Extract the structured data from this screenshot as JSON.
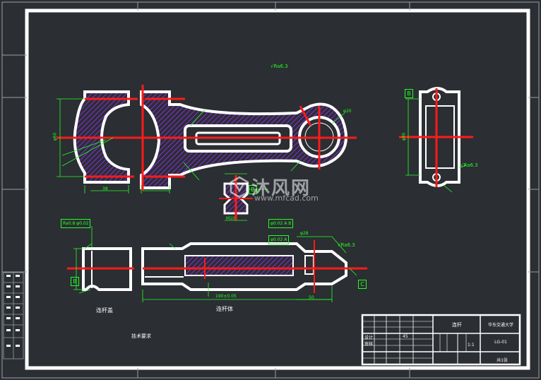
{
  "colors": {
    "background": "#2b2e33",
    "frame": "#ffffff",
    "part_outline": "#ffffff",
    "centerline": "#ff1a1a",
    "dimension": "#22ff22",
    "hatch": "#8a2be2",
    "note_box": "#22ff22",
    "axis_tag": "#22ff22"
  },
  "labels": {
    "section_cap": "连杆盖",
    "section_body": "连杆体",
    "tech_note": "技术要求",
    "roughness_top": "Ra6.3",
    "roughness_right": "Ra6.3",
    "roughness_mid": "Ra6.3",
    "datum_tag_a": "B",
    "datum_tag_b": "B",
    "datum_tag_c": "C",
    "tol_box_1": "Ra0.8 φ0.02",
    "tol_box_2": "φ0.02 A B",
    "tol_box_3": "φ0.02 A",
    "dim_cap_width": "38",
    "dim_cap_height": "φ60",
    "dim_side_height": "φ90",
    "dim_body_length": "190±0.05",
    "dim_small_end": "φ28",
    "dim_right_end": "50",
    "dim_bolt": "M10",
    "dim_hole": "φ20"
  },
  "title_block": {
    "school": "华东交通大学",
    "drawing_name": "连杆",
    "drawing_no": "LG-01",
    "scale": "1:1",
    "material": "45",
    "designer": "设计",
    "checker": "审核",
    "sheet": "共1张"
  },
  "watermark": {
    "brand_cn": "沐风网",
    "url": "www.mfcad.com"
  }
}
